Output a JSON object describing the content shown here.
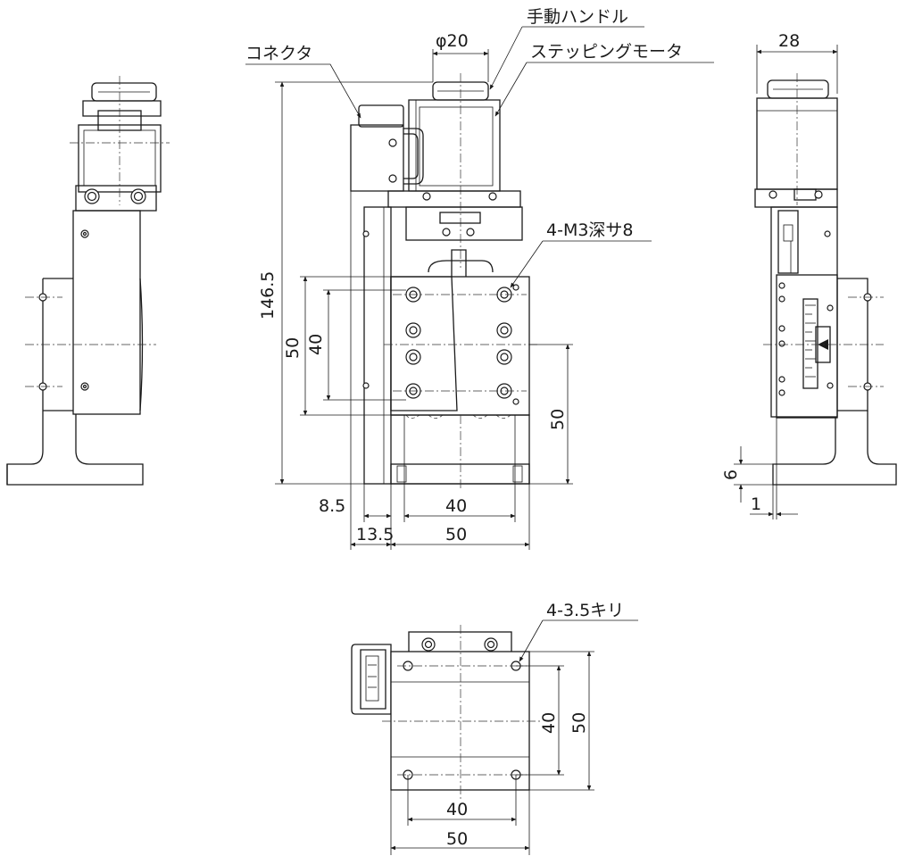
{
  "labels": {
    "manual_handle": "手動ハンドル",
    "phi20": "φ20",
    "connector": "コネクタ",
    "stepping_motor": "ステッピングモータ",
    "tapped_holes": "4-M3深サ8",
    "through_holes": "4-3.5キリ"
  },
  "dims": {
    "d28": "28",
    "d146_5": "146.5",
    "d50_left_outer": "50",
    "d40_left_inner": "40",
    "d50_right": "50",
    "d8_5": "8.5",
    "d13_5": "13.5",
    "d40_bottom": "40",
    "d50_bottom": "50",
    "d6": "6",
    "d1": "1",
    "plan_d40_v": "40",
    "plan_d50_v": "50",
    "plan_d40_h": "40",
    "plan_d50_h": "50"
  }
}
